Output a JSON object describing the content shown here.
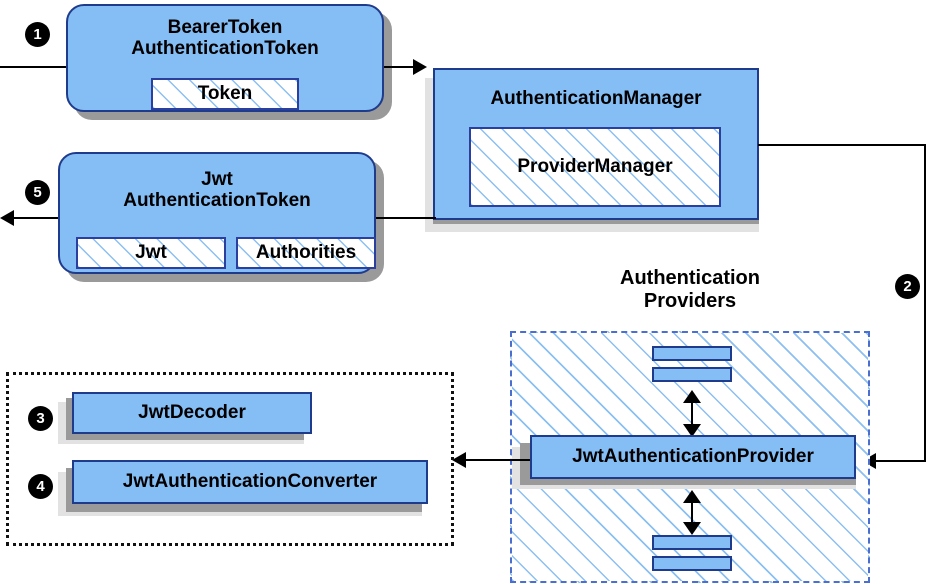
{
  "diagram": {
    "title": "Spring Security JWT Bearer Token Authentication Flow",
    "accent_blue": "#85bdf5",
    "accent_border": "#1f3b8c",
    "hatch_blue": "#78b4f0",
    "shadow_dark": "#9a9a9a",
    "shadow_light": "#e2e2e2"
  },
  "steps": [
    {
      "id": 1,
      "marker": "❶",
      "number": "1"
    },
    {
      "id": 2,
      "marker": "❷",
      "number": "2"
    },
    {
      "id": 3,
      "marker": "❸",
      "number": "3"
    },
    {
      "id": 4,
      "marker": "❹",
      "number": "4"
    },
    {
      "id": 5,
      "marker": "❺",
      "number": "5"
    }
  ],
  "nodes": {
    "bearer_token": {
      "label": "BearerToken\nAuthenticationToken",
      "slot": "Token"
    },
    "authentication_manager": {
      "label": "AuthenticationManager",
      "slot": "ProviderManager"
    },
    "jwt_token": {
      "label": "Jwt\nAuthenticationToken",
      "slot_left": "Jwt",
      "slot_right": "Authorities"
    },
    "providers_zone": {
      "label": "Authentication\nProviders"
    },
    "jwt_auth_provider": {
      "label": "JwtAuthenticationProvider"
    },
    "jwt_decoder": {
      "label": "JwtDecoder"
    },
    "jwt_auth_converter": {
      "label": "JwtAuthenticationConverter"
    }
  }
}
